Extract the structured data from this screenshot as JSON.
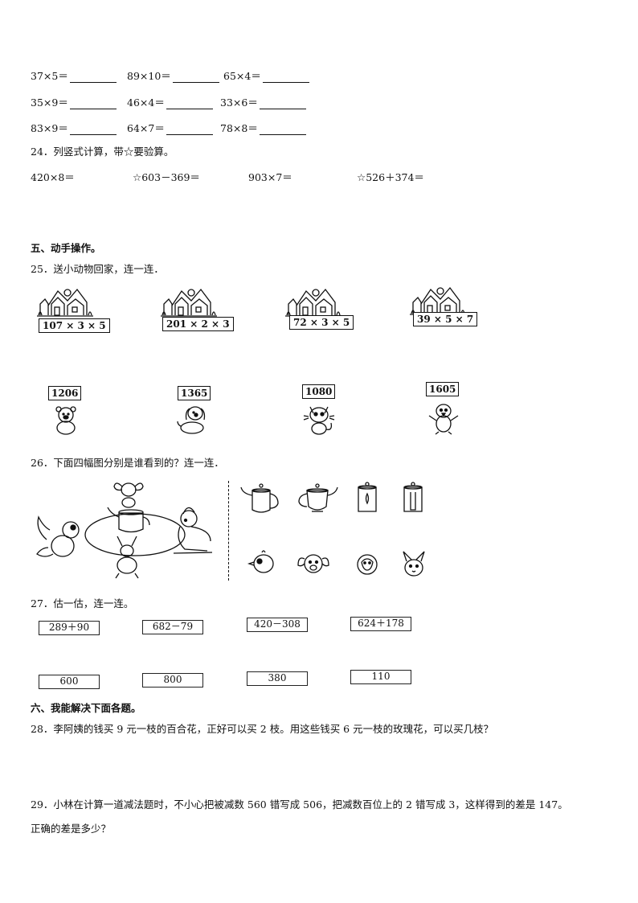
{
  "oral_calc": [
    [
      "37×5＝",
      "89×10＝",
      "65×4＝"
    ],
    [
      "35×9＝",
      "46×4＝",
      "33×6＝"
    ],
    [
      "83×9＝",
      "64×7＝",
      "78×8＝"
    ]
  ],
  "q24": {
    "title": "24．列竖式计算，带☆要验算。",
    "items": [
      "420×8＝",
      "☆603－369＝",
      "903×7＝",
      "☆526＋374＝"
    ]
  },
  "section5": {
    "title": "五、动手操作。"
  },
  "q25": {
    "title": "25．送小动物回家，连一连．",
    "houses": [
      "107 × 3 × 5",
      "201 × 2 × 3",
      "72 × 3 × 5",
      "39 × 5 × 7"
    ],
    "animals": [
      {
        "number": "1206",
        "icon": "bear-icon"
      },
      {
        "number": "1365",
        "icon": "dog-icon"
      },
      {
        "number": "1080",
        "icon": "cat-icon"
      },
      {
        "number": "1605",
        "icon": "penguin-icon"
      }
    ]
  },
  "q26": {
    "title": "26．下面四幅图分别是谁看到的？连一连．",
    "views": [
      "teapot-spout-left",
      "teapot-spout-right",
      "teapot-back",
      "teapot-side"
    ],
    "viewers": [
      "chick-icon",
      "puppy-icon",
      "monkey-icon",
      "rabbit-icon"
    ]
  },
  "q27": {
    "title": "27．估一估，连一连。",
    "expressions": [
      "289＋90",
      "682－79",
      "420－308",
      "624＋178"
    ],
    "estimates": [
      "600",
      "800",
      "380",
      "110"
    ]
  },
  "section6": {
    "title": "六、我能解决下面各题。"
  },
  "q28": {
    "text": "28．李阿姨的钱买 9 元一枝的百合花，正好可以买 2 枝。用这些钱买 6 元一枝的玫瑰花，可以买几枝？"
  },
  "q29": {
    "line1": "29．小林在计算一道减法题时，不小心把被减数 560 错写成 506，把减数百位上的 2 错写成 3，这样得到的差是 147。",
    "line2": "正确的差是多少？"
  }
}
